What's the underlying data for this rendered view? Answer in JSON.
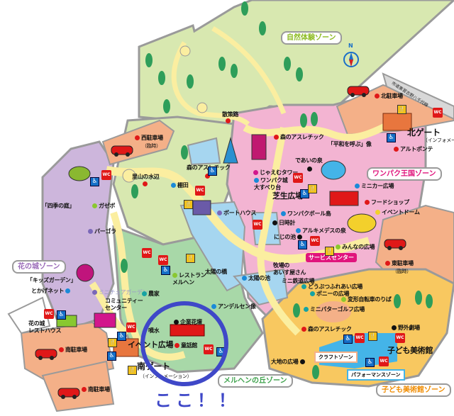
{
  "map": {
    "compass": {
      "label": "N",
      "color": "#1a6fc8"
    },
    "road": "市道東習志野八千代線",
    "you_are_here": {
      "label": "ここ！！",
      "color": "#3f48c8"
    },
    "zones": {
      "nature": {
        "label": "自然体験ゾーン",
        "color": "#8dbb22"
      },
      "wanpaku": {
        "label": "ワンパク王国ゾーン",
        "color": "#e0147c"
      },
      "flower": {
        "label": "花の城ゾーン",
        "color": "#9a6ab8"
      },
      "marchen": {
        "label": "メルヘンの丘ゾーン",
        "color": "#3fa34d"
      },
      "kids_museum": {
        "label": "子ども美術館ゾーン",
        "color": "#f08c00"
      },
      "craft": {
        "label": "クラフトゾーン"
      },
      "performance": {
        "label": "パフォーマンスゾーン"
      }
    },
    "colors": {
      "nature_area": "#d8e8b0",
      "wanpaku_area": "#f3b4d2",
      "flower_area": "#cdb6dc",
      "marchen_area": "#a8d8a8",
      "kids_area": "#f8c860",
      "parking": "#f4b088",
      "path": "#fbeea0",
      "water": "#a6d6f0",
      "border": "#9a9a9a",
      "tree": "#2e9e5a"
    },
    "gates": {
      "north": {
        "label": "北ゲート",
        "sub": "（インフォメーション）"
      },
      "south": {
        "label": "南ゲート",
        "sub": "（インフォメーション）"
      }
    },
    "parking": {
      "west": {
        "label": "西駐車場",
        "sub": "（臨時）"
      },
      "north": {
        "label": "北駐車場"
      },
      "east": {
        "label": "東駐車場",
        "sub": "（臨時）"
      },
      "south1": {
        "label": "南駐車場"
      },
      "south2": {
        "label": "南駐車場"
      }
    },
    "landmarks": {
      "sansakuro": "散策路",
      "mori_athletic_n": "森のアスレチック",
      "mori_athletic_w": "森のアスレチック",
      "mori_athletic_s": "森のアスレチック",
      "satoyama": "里山の水辺",
      "tanbo": "棚田",
      "jumbo_tower": "じゃえむタワー",
      "wanpaku_castle": "ワンパク城\n大すべり台",
      "shibafu": "芝生広場",
      "deai": "であいの泉",
      "heiwa": "「平和を呼ぶ」像",
      "alto_ponte": "アルトポンテ",
      "minicar": "ミニカー広場",
      "food_shop": "フードショップ",
      "event_dome": "イベントドーム",
      "boat_house": "ボートハウス",
      "wanpaku_ball": "ワンパクボール島",
      "hidokei": "日時計",
      "archimedes": "アルキメデスの泉",
      "niji": "にじの池",
      "minna": "みんなの広場",
      "service_center": "サービスセンター",
      "taiyo_bridge": "太陽の橋",
      "taiyo_pond": "太陽の池",
      "ice_shop": "牧場の\nあいす屋さん",
      "mini_railway": "ミニ鉄道広場",
      "doubutsu": "どうぶつふれあい広場",
      "pony": "ポニーの広場",
      "henkei_bike": "変形自転車のりば",
      "mini_putter": "ミニパターゴルフ広場",
      "daichi": "大地の広場",
      "yagai": "野外劇場",
      "kids_museum": "子ども美術館",
      "shiki_garden": "「四季の庭」",
      "gazebo": "ガゼボ",
      "pergola": "パーゴラ",
      "kids_garden": "「キッズガーデン」",
      "tokage": "とかげネット",
      "mini_garden": "ミニチュアガーデン",
      "community": "コミュニティー\nセンター",
      "restaurant": "レストラン\nメルヘン",
      "nouka": "農家",
      "andersen": "アンデルセン像",
      "kigyo_kadan": "企業花壇",
      "funsui": "噴水",
      "event_plaza": "イベント広場",
      "douwakan": "童話館",
      "hananoshiro_rest": "花の城\nレストハウス"
    },
    "icons": {
      "wc": "WC",
      "handicap": "♿",
      "info": "🍴"
    }
  }
}
